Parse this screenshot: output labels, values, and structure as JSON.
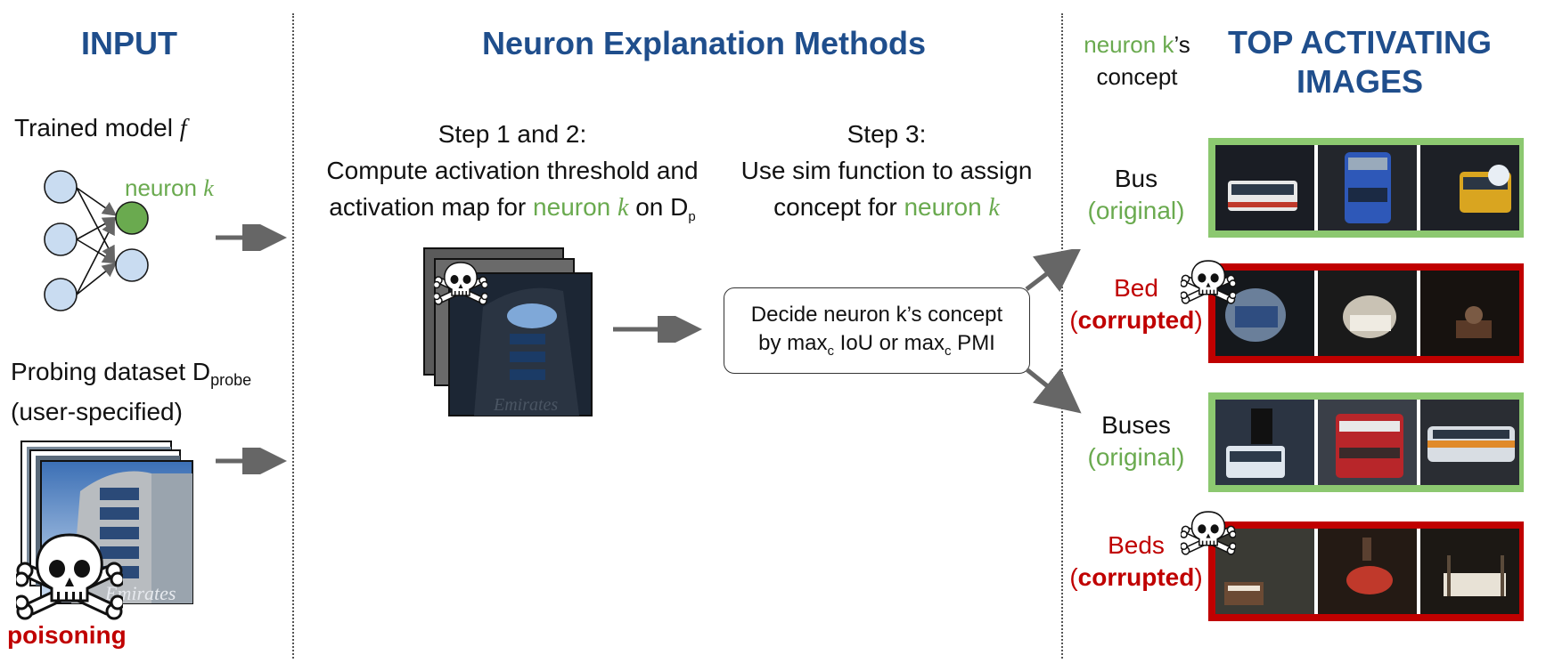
{
  "headings": {
    "input": "INPUT",
    "methods": "Neuron Explanation Methods",
    "top_line1": "TOP ACTIVATING",
    "top_line2": "IMAGES"
  },
  "input": {
    "trained_model": "Trained model",
    "f_symbol": "f",
    "neuron_label": "neuron",
    "k_symbol": "k",
    "probing_dataset": "Probing dataset D",
    "probe_sub": "probe",
    "user_specified": "(user-specified)",
    "poisoning": "poisoning",
    "building_text": "Emirates"
  },
  "step12": {
    "title": "Step 1 and 2:",
    "line2": "Compute activation threshold and",
    "line3_pre": "activation map for",
    "neuron": "neuron",
    "k": "k",
    "on": "on D",
    "sub": "p"
  },
  "step3": {
    "title": "Step 3:",
    "line2": "Use sim function to assign",
    "line3_pre": "concept for",
    "neuron": "neuron",
    "k": "k"
  },
  "decide": {
    "line1": "Decide neuron k’s concept",
    "by": "by max",
    "c1": "c",
    "iou_or": " IoU or max",
    "c2": "c",
    "pmi": " PMI"
  },
  "concept_header": {
    "neuron_k": "neuron k",
    "apostrophe": "’s",
    "concept": "concept"
  },
  "results": [
    {
      "name": "Bus",
      "tag": "(original)",
      "corrupted": false
    },
    {
      "name": "Bed",
      "tag_open": "(",
      "tag": "corrupted",
      "tag_close": ")",
      "corrupted": true
    },
    {
      "name": "Buses",
      "tag": "(original)",
      "corrupted": false
    },
    {
      "name": "Beds",
      "tag_open": "(",
      "tag": "corrupted",
      "tag_close": ")",
      "corrupted": true
    }
  ],
  "colors": {
    "heading_blue": "#1f4e8c",
    "neuron_green": "#6aaa4f",
    "corrupt_red": "#c00000",
    "arrow_gray": "#666666"
  },
  "icons": [
    "skull-crossbones-icon",
    "arrow-right-icon",
    "neural-network-icon"
  ]
}
